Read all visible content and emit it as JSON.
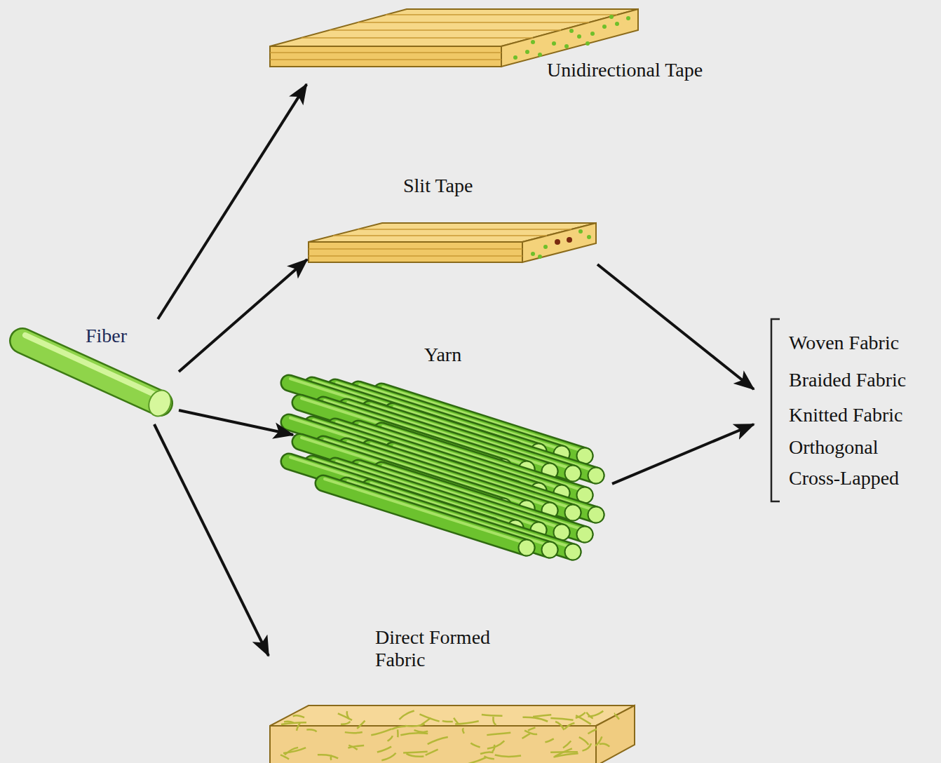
{
  "diagram": {
    "nodes": [
      {
        "text": [
          "Fiber"
        ]
      },
      {
        "text": [
          "Unidirectional Tape"
        ]
      },
      {
        "text": [
          "Slit Tape"
        ]
      },
      {
        "text": [
          "Yarn"
        ]
      },
      {
        "text": [
          "Direct Formed Fabric"
        ]
      },
      {
        "text": [
          "Woven Fabric",
          "Braided Fabric",
          "Knitted Fabric",
          "Orthogonal Cross-Lapped"
        ]
      }
    ],
    "edges": [
      {
        "from": 0,
        "to": 1,
        "arrow": "to"
      },
      {
        "from": 0,
        "to": 2,
        "arrow": "to"
      },
      {
        "from": 0,
        "to": 3,
        "arrow": "to"
      },
      {
        "from": 0,
        "to": 4,
        "arrow": "to"
      },
      {
        "from": 2,
        "to": 5,
        "arrow": "to"
      },
      {
        "from": 3,
        "to": 5,
        "arrow": "to"
      }
    ]
  }
}
